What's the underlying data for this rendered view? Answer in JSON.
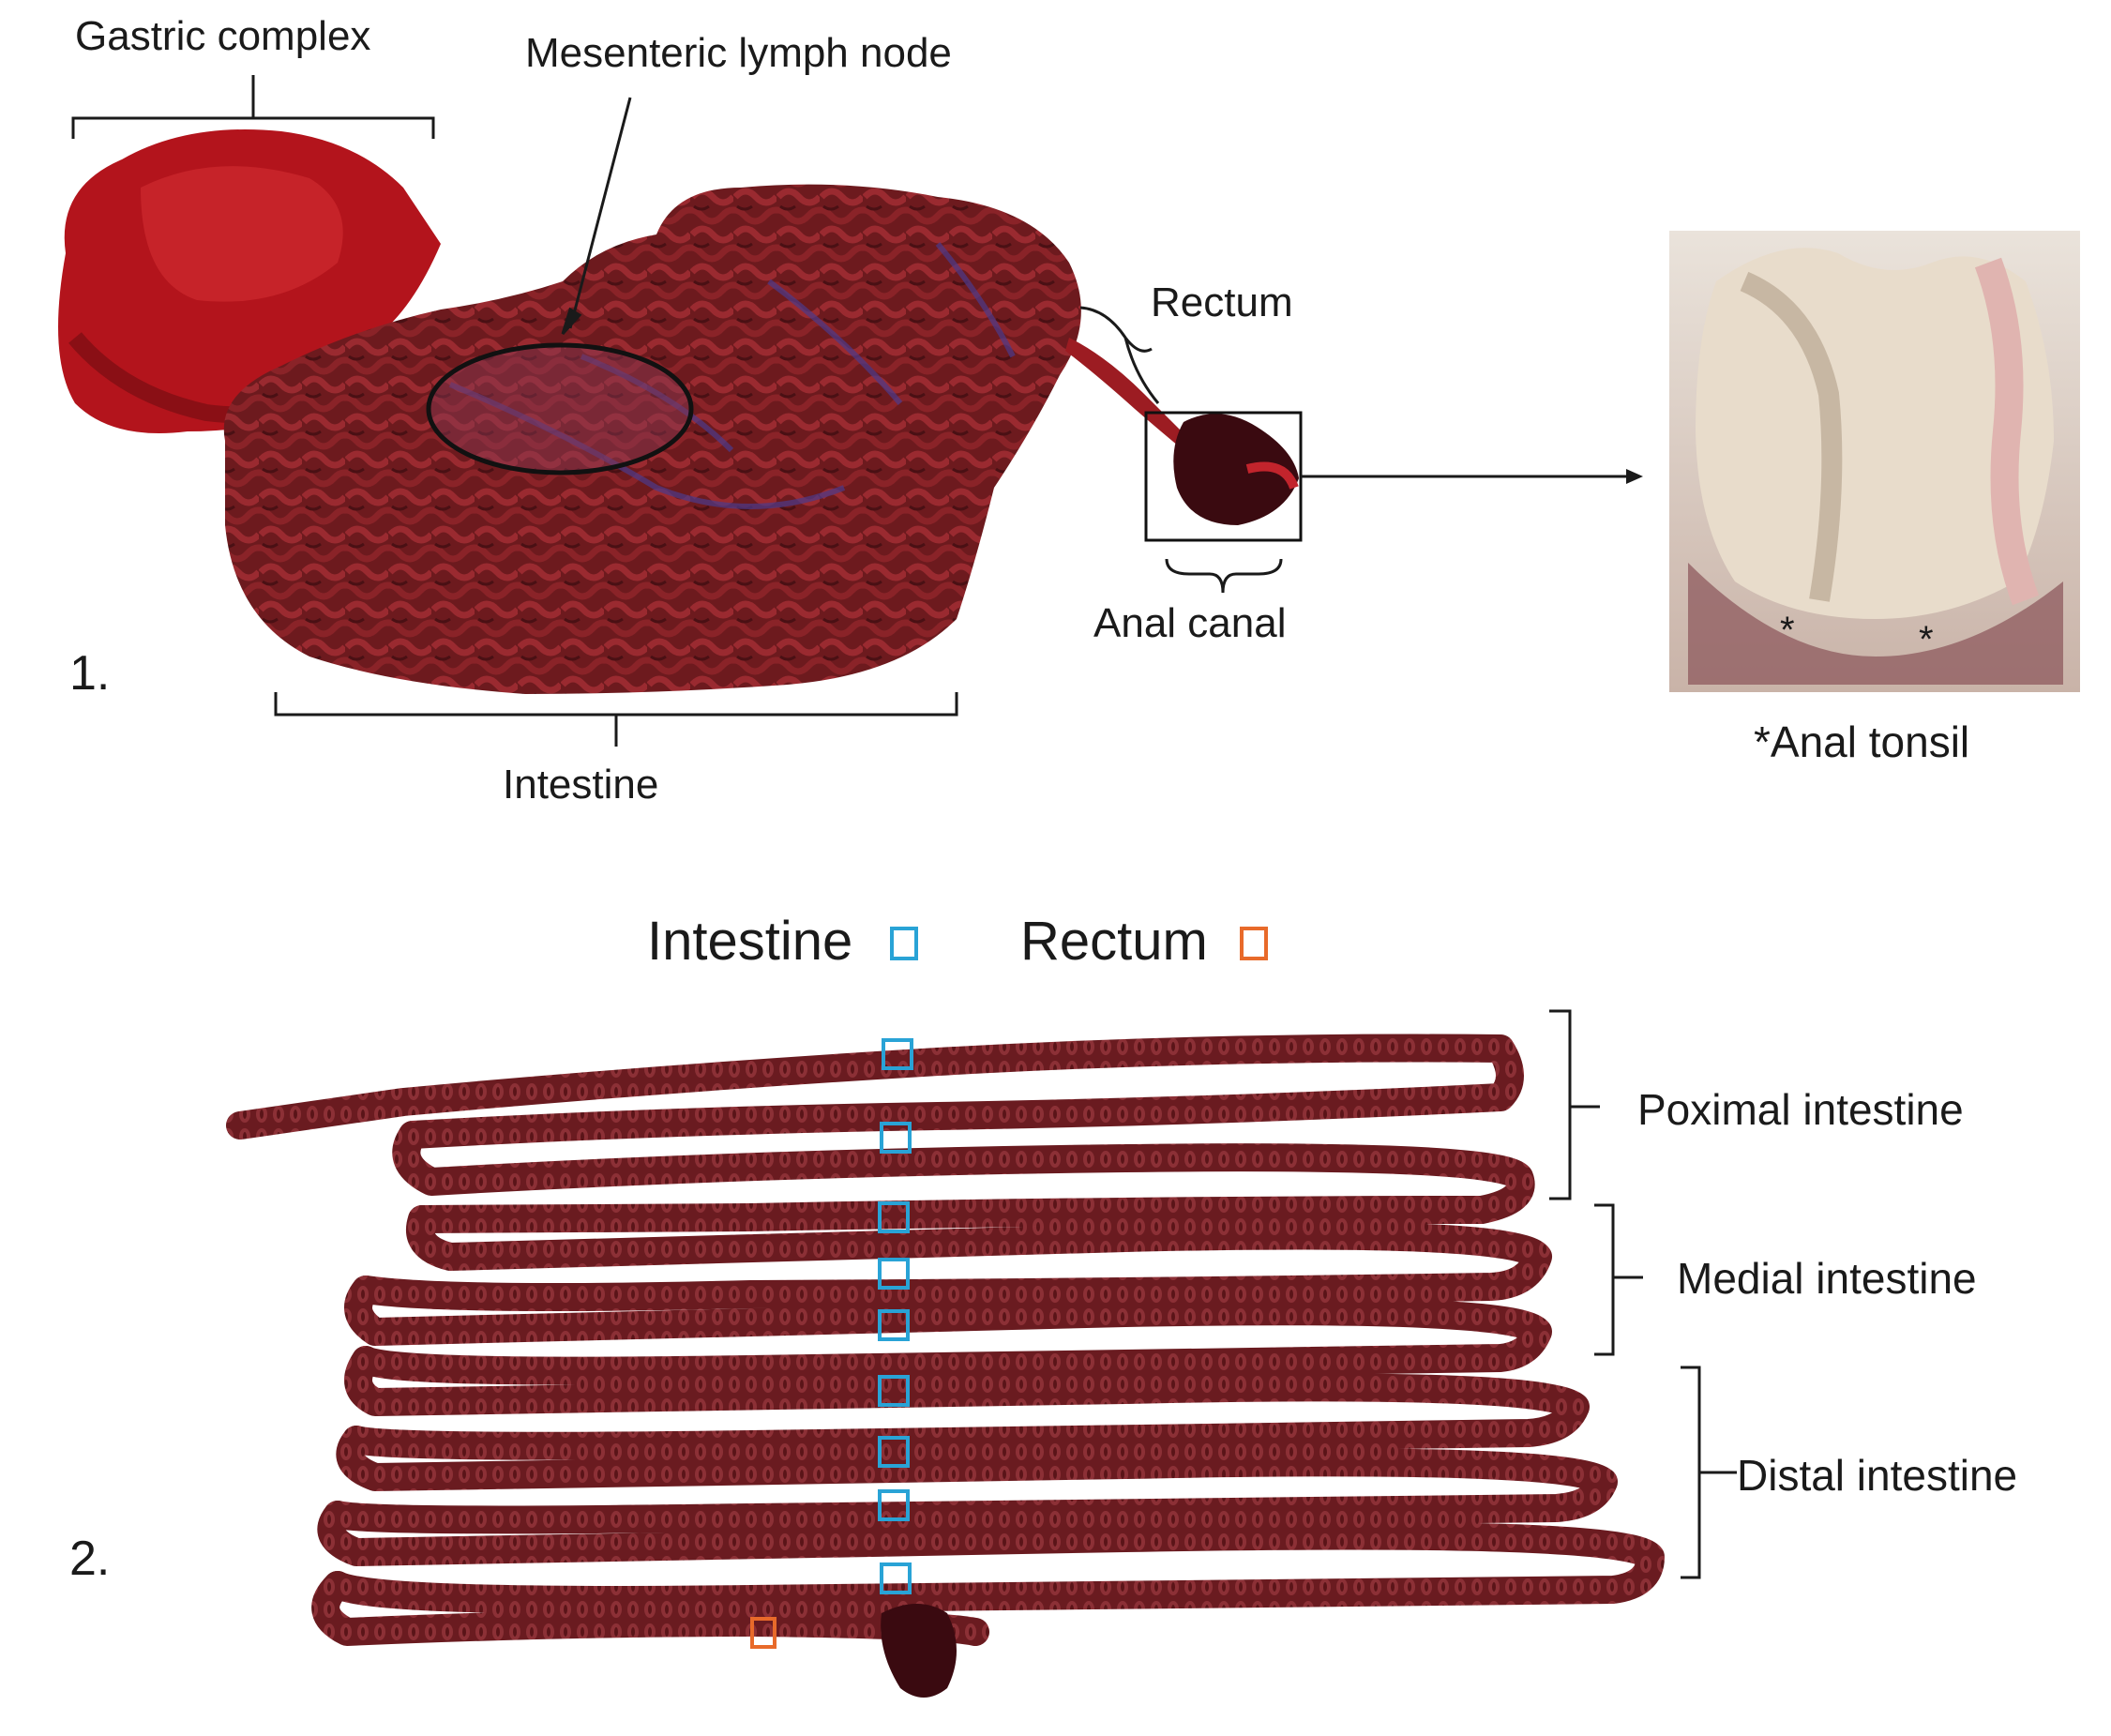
{
  "panel1": {
    "number": "1.",
    "labels": {
      "gastric_complex": "Gastric complex",
      "mesenteric_lymph_node": "Mesenteric lymph node",
      "rectum": "Rectum",
      "anal_canal": "Anal canal",
      "intestine": "Intestine"
    },
    "inset": {
      "caption": "*Anal tonsil",
      "marker": "*"
    }
  },
  "panel2": {
    "number": "2.",
    "legend": {
      "intestine": {
        "label": "Intestine",
        "color": "#29a3d6"
      },
      "rectum": {
        "label": "Rectum",
        "color": "#e86a2a"
      }
    },
    "sections": {
      "proximal": "Poximal intestine",
      "medial": "Medial intestine",
      "distal": "Distal intestine"
    },
    "intestine_sample_count": 9,
    "rectum_sample_count": 1
  },
  "colors": {
    "tissue_dark": "#5e1418",
    "tissue_mid": "#7a1e22",
    "tissue_bright": "#b3141c",
    "inset_bg": "#e6ddd3",
    "mucosa": "#e8dccb",
    "bracket": "#1a1a1a"
  }
}
